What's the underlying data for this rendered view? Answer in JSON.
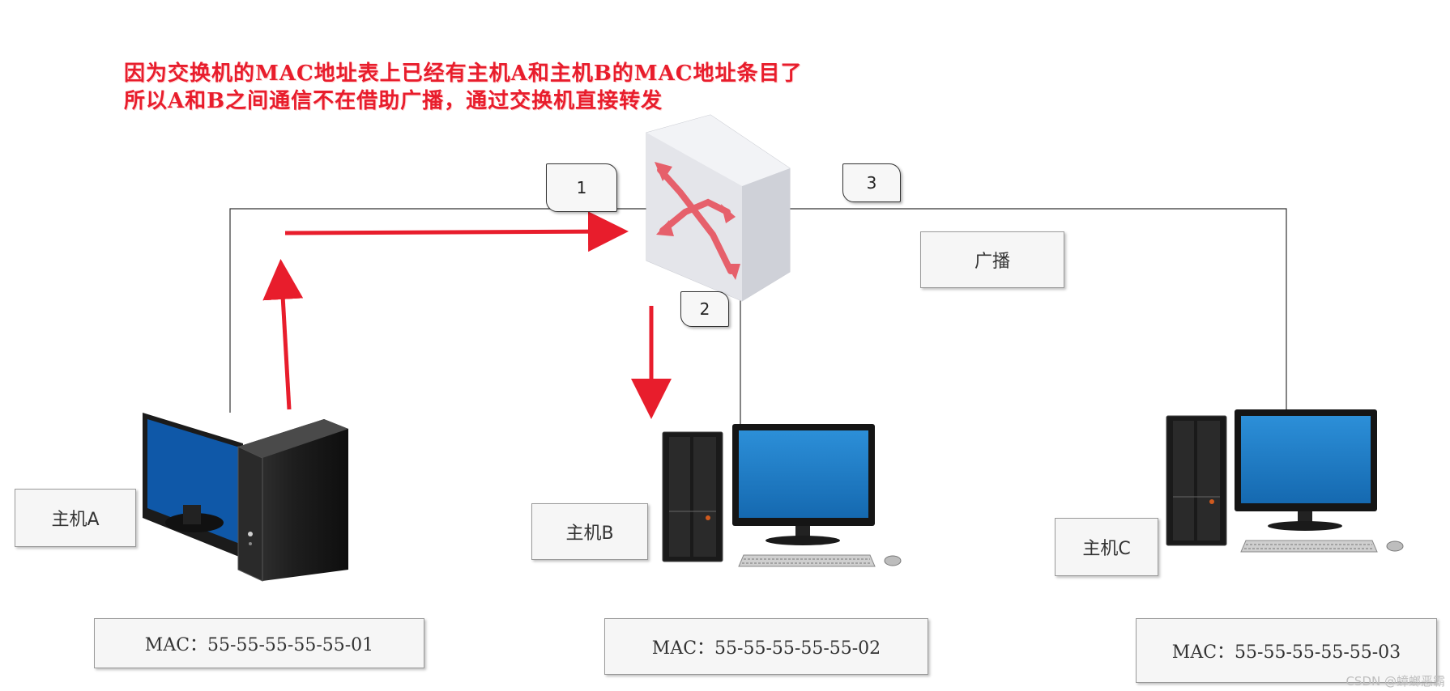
{
  "annotation": {
    "line1": "因为交换机的MAC地址表上已经有主机A和主机B的MAC地址条目了",
    "line2": "所以A和B之间通信不在借助广播，通过交换机直接转发"
  },
  "ports": {
    "p1": "1",
    "p2": "2",
    "p3": "3"
  },
  "broadcast_label": "广播",
  "hosts": {
    "a": {
      "name": "主机A",
      "mac": "MAC：55-55-55-55-55-01"
    },
    "b": {
      "name": "主机B",
      "mac": "MAC：55-55-55-55-55-02"
    },
    "c": {
      "name": "主机C",
      "mac": "MAC：55-55-55-55-55-03"
    }
  },
  "watermark": "CSDN @蟑螂恶霸",
  "colors": {
    "arrow": "#e81d2c",
    "annotation_text": "#e81d2c",
    "screen": "#1e7fc8",
    "switch_face": "#e9eaee",
    "switch_side": "#cfd1d8",
    "switch_arrows": "#e6606b"
  },
  "icons": [
    "switch-icon",
    "desktop-computer-icon",
    "keyboard-icon",
    "mouse-icon"
  ]
}
